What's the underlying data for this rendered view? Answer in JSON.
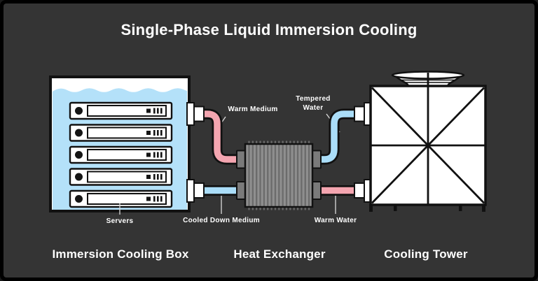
{
  "title": "Single-Phase Liquid Immersion Cooling",
  "components": {
    "immersion_cooling_box": {
      "label": "Immersion Cooling Box",
      "annotation": "Servers",
      "server_count": 5
    },
    "heat_exchanger": {
      "label": "Heat Exchanger"
    },
    "cooling_tower": {
      "label": "Cooling Tower"
    }
  },
  "flows": {
    "warm_medium": {
      "label": "Warm Medium",
      "color": "#f4a5b0"
    },
    "cooled_down_medium": {
      "label": "Cooled Down Medium",
      "color": "#aaddf8"
    },
    "tempered_water": {
      "label": "Tempered Water",
      "color": "#aaddf8"
    },
    "warm_water": {
      "label": "Warm Water",
      "color": "#f4a5b0"
    }
  },
  "colors": {
    "background": "#343434",
    "frame_border": "#000000",
    "coolant_bath": "#b4e1f9",
    "hot_line": "#f4a5b0",
    "cold_line": "#aaddf8",
    "exchanger_body": "#8f8f8f",
    "outline": "#111111"
  }
}
